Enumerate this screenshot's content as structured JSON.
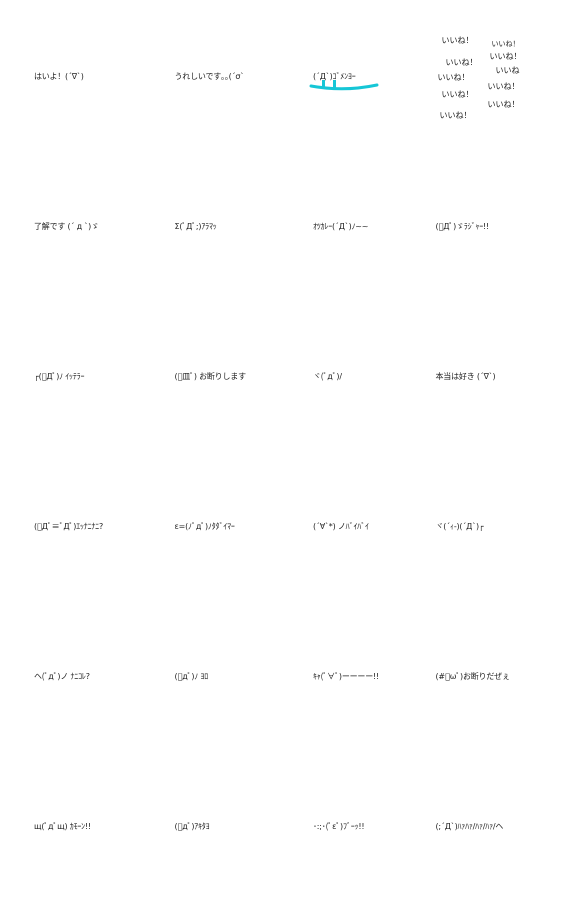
{
  "stickers": [
    {
      "text": "はいよ！(´∇`)"
    },
    {
      "text": "うれしいです｡｡(´σ`"
    },
    {
      "text": "(´Д`)ｺﾞﾒﾝﾖｰ"
    },
    {
      "type": "iine",
      "words": [
        "いいね！",
        "いいね！",
        "いいね！",
        "いいね！",
        "いいね",
        "いいね！",
        "いいね！",
        "いいね！",
        "いいね！",
        "いいね！"
      ]
    },
    {
      "text": "了解です (´ д `)ゞ"
    },
    {
      "text": "Σ(ﾟДﾟ;)ｱﾗﾏｯ"
    },
    {
      "text": "ｵﾂｶﾚｰ(´Д`)ﾉ~~"
    },
    {
      "text": "(ﾟДﾟ)ゞﾗｼﾞｬｰ!!"
    },
    {
      "text": "┌(ﾟДﾟ)ﾉ ｲｯﾃﾗｰ"
    },
    {
      "text": "(ﾟ皿ﾟ) お断りします"
    },
    {
      "text": "ヾ(ﾟдﾟ)/"
    },
    {
      "text": "本当は好き (´∇`)"
    },
    {
      "text": "(ﾟДﾟ≡ﾟДﾟ)ｴｯﾅﾆﾅﾆ?"
    },
    {
      "text": "ε=(ﾉﾟдﾟ)ﾉﾀﾀﾞｲﾏｰ"
    },
    {
      "text": "(´∀`*) ノﾊﾞｲﾊﾞｲ"
    },
    {
      "text": "ヾ(´ｨ-)(´Д`)┌"
    },
    {
      "text": "ヘ(ﾟдﾟ)ノ ﾅﾆｺﾚ?"
    },
    {
      "text": "(ﾟдﾟ)ﾉ ﾖﾛ"
    },
    {
      "text": "ｷｬ(ﾟ∀ﾟ)ーーーー!!"
    },
    {
      "text": "(#ﾟωﾟ)お断りだぜぇ"
    },
    {
      "text": "щ(ﾟдﾟщ) ｶﾓｰﾝ!!"
    },
    {
      "text": "(ﾟдﾟ)ｱｷﾀﾖ"
    },
    {
      "text": "･:;･(ﾟεﾟ)ﾌﾞｰｯ!!"
    },
    {
      "text": "(;´Д`)ﾊｧﾊｧ/ﾊｧ/ﾊｧ/ヘ"
    }
  ],
  "highlight": {
    "index": 2,
    "accent_color": "#15c6d6"
  },
  "colors": {
    "background": "#ffffff",
    "text": "#222222"
  }
}
